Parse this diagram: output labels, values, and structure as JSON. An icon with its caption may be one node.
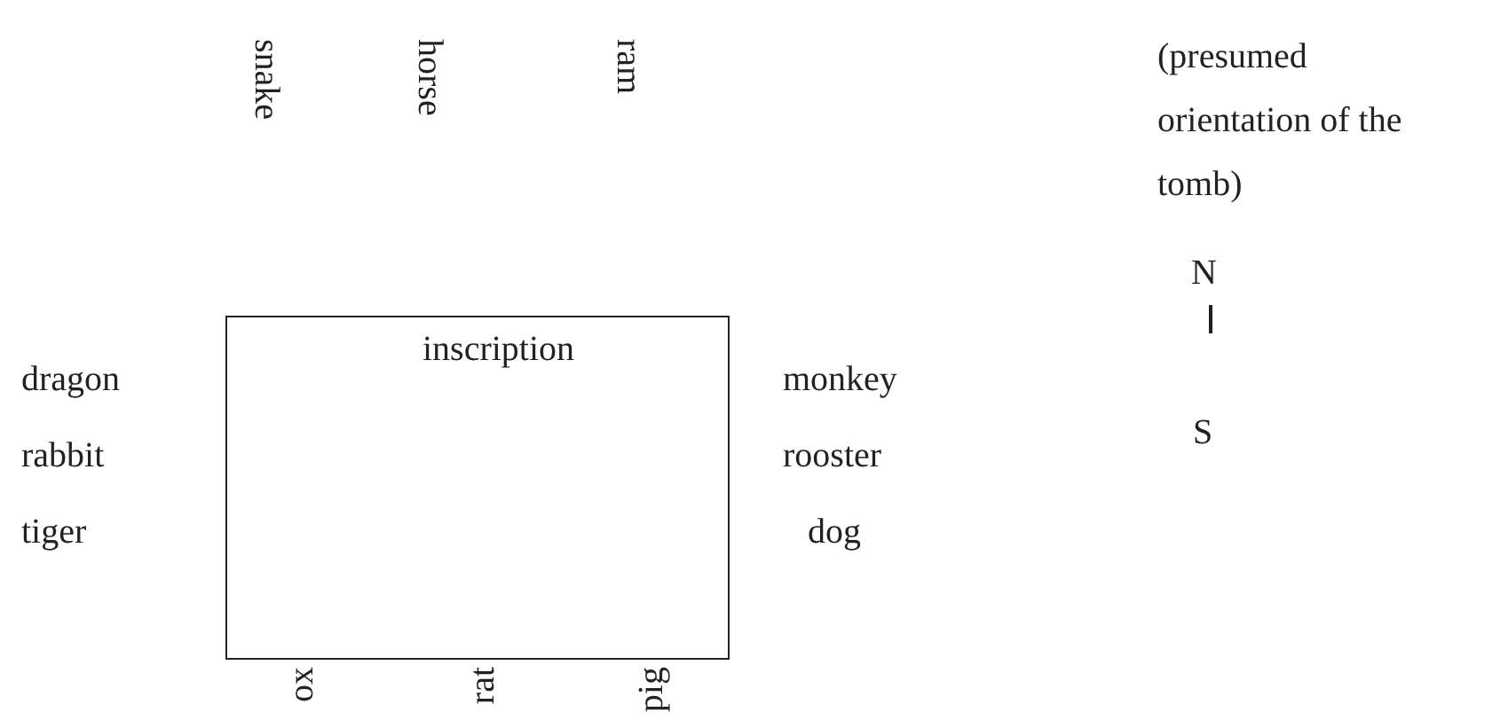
{
  "diagram": {
    "nodes": [
      {
        "text": [
          "inscription"
        ]
      }
    ],
    "labels": [
      "snake",
      "horse",
      "ram",
      "(presumed orientation of the tomb)",
      "dragon",
      "monkey",
      "N",
      "rabbit",
      "rooster",
      "tiger",
      "dog",
      "S",
      "ox",
      "rat",
      "pig"
    ]
  }
}
